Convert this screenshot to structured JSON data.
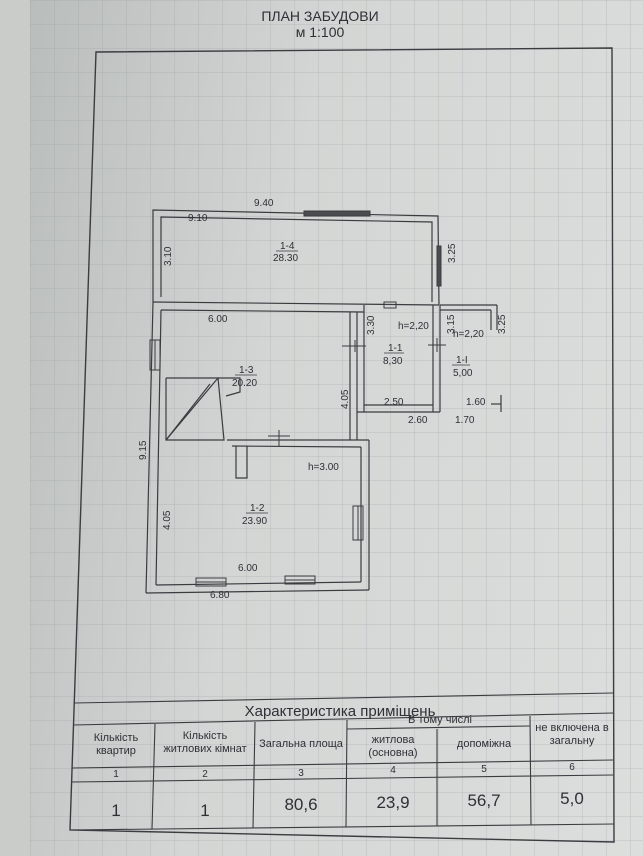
{
  "title": {
    "line1": "ПЛАН ЗАБУДОВИ",
    "line2": "м 1:100"
  },
  "plan": {
    "dims": {
      "top_total": "9.40",
      "top_inner": "9.10",
      "left_upper": "3.10",
      "right_upper": "3.25",
      "left_total": "9.15",
      "room13_width": "6.00",
      "room13_height": "4.05",
      "room12_height": "4.05",
      "room12_width": "6.00",
      "bottom_outer": "6.80",
      "corridor_height": "3.30",
      "corridor_bottom": "2.50",
      "corridor_outer": "2.60",
      "side_width": "1.60",
      "side_outer": "1.70",
      "side_height": "3.15",
      "side_outer_height": "3.25"
    },
    "rooms": [
      {
        "id": "1-4",
        "area": "28.30",
        "note": ""
      },
      {
        "id": "1-3",
        "area": "20.20",
        "note": ""
      },
      {
        "id": "1-2",
        "area": "23.90",
        "note": "h=3.00"
      },
      {
        "id": "1-1",
        "area": "8,30",
        "note": "h=2,20"
      },
      {
        "id": "1-I",
        "area": "5,00",
        "note": "h=2,20"
      }
    ]
  },
  "table": {
    "title": "Характеристика приміщень",
    "headers": {
      "apartments": "Кількість квартир",
      "rooms": "Кількість житлових кімнат",
      "total_area": "Загальна площа",
      "including": "В тому числі",
      "living": "житлова (основна)",
      "auxiliary": "допоміжна",
      "excluded": "не включена в загальну"
    },
    "column_numbers": [
      "1",
      "2",
      "3",
      "4",
      "5",
      "6"
    ],
    "values": [
      "1",
      "1",
      "80,6",
      "23,9",
      "56,7",
      "5,0"
    ]
  }
}
